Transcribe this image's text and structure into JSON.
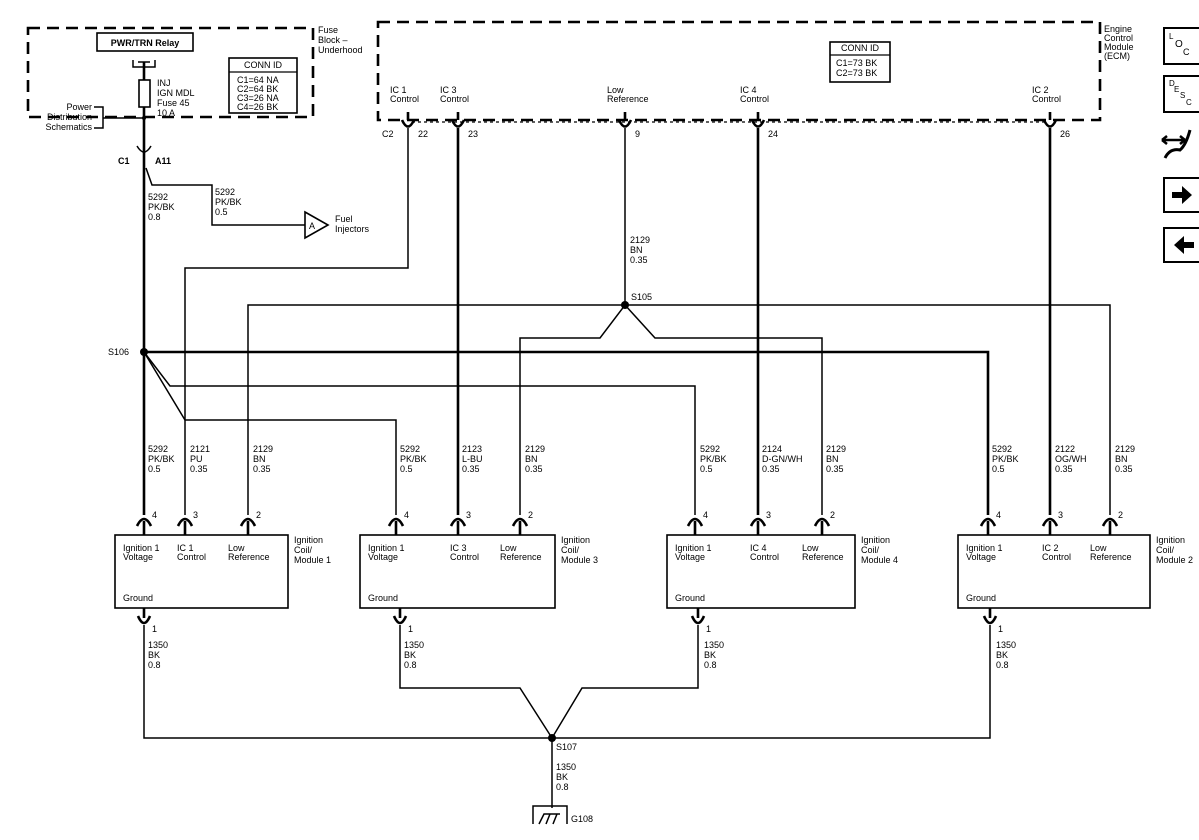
{
  "fuse_block": {
    "label": [
      "Fuse",
      "Block –",
      "Underhood"
    ],
    "relay": "PWR/TRN Relay",
    "fuse": [
      "INJ",
      "IGN MDL",
      "Fuse 45",
      "10 A"
    ],
    "conn_id": {
      "title": "CONN ID",
      "rows": [
        "C1=64 NA",
        "C2=64 BK",
        "C3=26 NA",
        "C4=26 BK"
      ]
    },
    "power_distribution": [
      "Power",
      "Distribution",
      "Schematics"
    ],
    "connector": "C1",
    "pin": "A11"
  },
  "fuel_injectors": {
    "symbol": "A",
    "label": [
      "Fuel",
      "Injectors"
    ]
  },
  "ecm": {
    "label": [
      "Engine",
      "Control",
      "Module",
      "(ECM)"
    ],
    "conn_id": {
      "title": "CONN ID",
      "rows": [
        "C1=73 BK",
        "C2=73 BK"
      ]
    },
    "connector": "C2",
    "pins": [
      {
        "label": [
          "IC 1",
          "Control"
        ],
        "num": "22"
      },
      {
        "label": [
          "IC 3",
          "Control"
        ],
        "num": "23"
      },
      {
        "label": [
          "Low",
          "Reference"
        ],
        "num": "9"
      },
      {
        "label": [
          "IC 4",
          "Control"
        ],
        "num": "24"
      },
      {
        "label": [
          "IC 2",
          "Control"
        ],
        "num": "26"
      }
    ]
  },
  "splices": {
    "s105": "S105",
    "s106": "S106",
    "s107": "S107"
  },
  "ground": {
    "label": "G108"
  },
  "wires": [
    {
      "circuit": "5292",
      "color": "PK/BK",
      "size": "0.8"
    },
    {
      "circuit": "5292",
      "color": "PK/BK",
      "size": "0.5"
    },
    {
      "circuit": "2129",
      "color": "BN",
      "size": "0.35"
    },
    {
      "circuit": "5292",
      "color": "PK/BK",
      "size": "0.5"
    },
    {
      "circuit": "2121",
      "color": "PU",
      "size": "0.35"
    },
    {
      "circuit": "2129",
      "color": "BN",
      "size": "0.35"
    },
    {
      "circuit": "5292",
      "color": "PK/BK",
      "size": "0.5"
    },
    {
      "circuit": "2123",
      "color": "L-BU",
      "size": "0.35"
    },
    {
      "circuit": "2129",
      "color": "BN",
      "size": "0.35"
    },
    {
      "circuit": "5292",
      "color": "PK/BK",
      "size": "0.5"
    },
    {
      "circuit": "2124",
      "color": "D-GN/WH",
      "size": "0.35"
    },
    {
      "circuit": "2129",
      "color": "BN",
      "size": "0.35"
    },
    {
      "circuit": "5292",
      "color": "PK/BK",
      "size": "0.5"
    },
    {
      "circuit": "2122",
      "color": "OG/WH",
      "size": "0.35"
    },
    {
      "circuit": "2129",
      "color": "BN",
      "size": "0.35"
    },
    {
      "circuit": "1350",
      "color": "BK",
      "size": "0.8"
    },
    {
      "circuit": "1350",
      "color": "BK",
      "size": "0.8"
    },
    {
      "circuit": "1350",
      "color": "BK",
      "size": "0.8"
    },
    {
      "circuit": "1350",
      "color": "BK",
      "size": "0.8"
    },
    {
      "circuit": "1350",
      "color": "BK",
      "size": "0.8"
    }
  ],
  "modules": [
    {
      "name": [
        "Ignition",
        "Coil/",
        "Module 1"
      ],
      "pins": [
        {
          "num": "4",
          "label": [
            "Ignition 1",
            "Voltage"
          ]
        },
        {
          "num": "3",
          "label": [
            "IC 1",
            "Control"
          ]
        },
        {
          "num": "2",
          "label": [
            "Low",
            "Reference"
          ]
        }
      ],
      "ground_label": "Ground",
      "ground_pin": "1"
    },
    {
      "name": [
        "Ignition",
        "Coil/",
        "Module 3"
      ],
      "pins": [
        {
          "num": "4",
          "label": [
            "Ignition 1",
            "Voltage"
          ]
        },
        {
          "num": "3",
          "label": [
            "IC 3",
            "Control"
          ]
        },
        {
          "num": "2",
          "label": [
            "Low",
            "Reference"
          ]
        }
      ],
      "ground_label": "Ground",
      "ground_pin": "1"
    },
    {
      "name": [
        "Ignition",
        "Coil/",
        "Module 4"
      ],
      "pins": [
        {
          "num": "4",
          "label": [
            "Ignition 1",
            "Voltage"
          ]
        },
        {
          "num": "3",
          "label": [
            "IC 4",
            "Control"
          ]
        },
        {
          "num": "2",
          "label": [
            "Low",
            "Reference"
          ]
        }
      ],
      "ground_label": "Ground",
      "ground_pin": "1"
    },
    {
      "name": [
        "Ignition",
        "Coil/",
        "Module 2"
      ],
      "pins": [
        {
          "num": "4",
          "label": [
            "Ignition 1",
            "Voltage"
          ]
        },
        {
          "num": "3",
          "label": [
            "IC 2",
            "Control"
          ]
        },
        {
          "num": "2",
          "label": [
            "Low",
            "Reference"
          ]
        }
      ],
      "ground_label": "Ground",
      "ground_pin": "1"
    }
  ],
  "toolbar": [
    {
      "icon": "location-icon",
      "glyph": [
        "L",
        "O",
        "C"
      ]
    },
    {
      "icon": "description-icon",
      "glyph": [
        "D",
        "E",
        "S",
        "C"
      ]
    },
    {
      "icon": "repair-wrench-icon"
    },
    {
      "icon": "next-arrow-icon"
    },
    {
      "icon": "previous-arrow-icon"
    }
  ]
}
